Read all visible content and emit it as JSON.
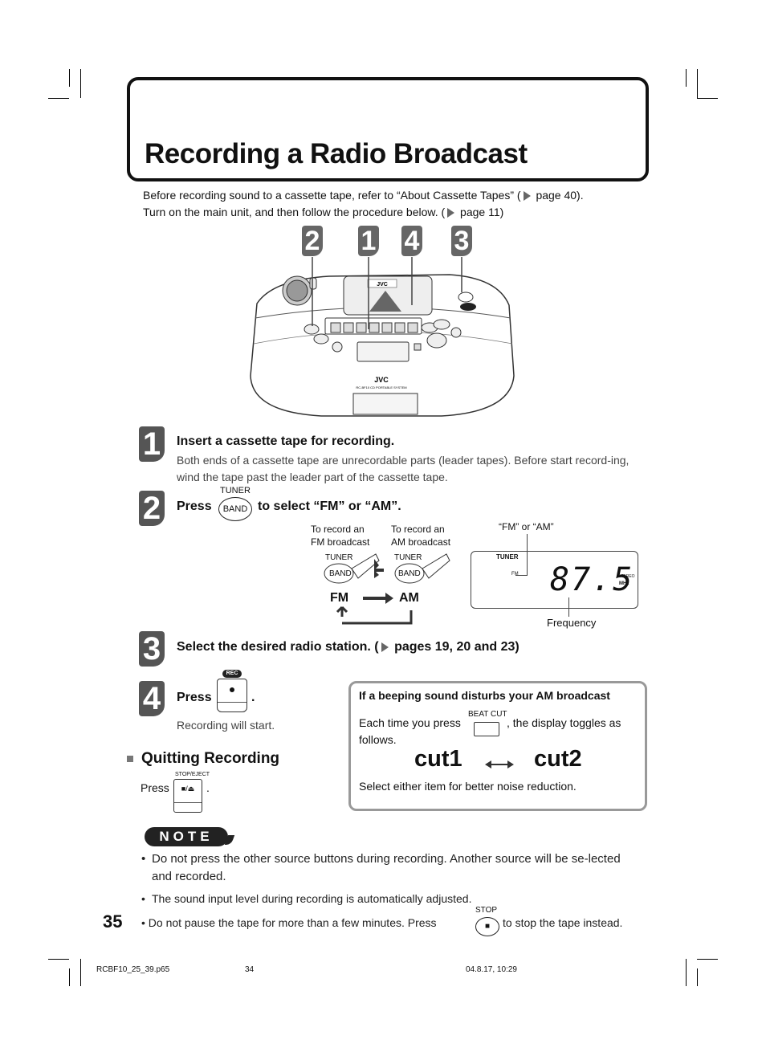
{
  "page_title": "Recording a Radio Broadcast",
  "intro": {
    "line1_a": "Before recording sound to a cassette tape, refer to “About Cassette Tapes” (",
    "line1_b": " page 40).",
    "line2_a": "Turn on the main unit, and then follow the procedure below. (",
    "line2_b": " page 11)"
  },
  "callouts": [
    "2",
    "1",
    "4",
    "3"
  ],
  "illustration": {
    "brand": "JVC",
    "model": "RC-BF10 CD PORTABLE SYSTEM"
  },
  "steps": {
    "s1": {
      "num": "1",
      "heading": "Insert a cassette tape for recording.",
      "body": "Both ends of a cassette tape are unrecordable parts (leader tapes). Before start record-ing, wind the tape past the leader part of the cassette tape."
    },
    "s2": {
      "num": "2",
      "press": "Press",
      "button_top": "TUNER",
      "button": "BAND",
      "rest": "to select “FM” or “AM”.",
      "fm_caption1": "To record an",
      "fm_caption2": "FM broadcast",
      "am_caption1": "To record an",
      "am_caption2": "AM broadcast",
      "tuner_small": "TUNER",
      "band_small": "BAND",
      "fm": "FM",
      "am": "AM",
      "display_caption": "“FM” or “AM”",
      "display_tuner": "TUNER",
      "display_band": "FM",
      "display_freq": "87.5",
      "display_stereo": "STEREO",
      "display_unit": "MHz",
      "frequency_label": "Frequency"
    },
    "s3": {
      "num": "3",
      "heading_a": "Select the desired radio station. (",
      "heading_b": " pages 19, 20 and 23)"
    },
    "s4": {
      "num": "4",
      "press": "Press",
      "button_top": "REC",
      "period": ".",
      "note": "Recording will start."
    }
  },
  "quitting": {
    "heading": "Quitting Recording",
    "press": "Press",
    "button_top": "STOP/EJECT",
    "button": "■/⏏",
    "period": "."
  },
  "tip_box": {
    "heading": "If a beeping sound disturbs your AM broadcast",
    "line_a": "Each time you press",
    "button_top": "BEAT CUT",
    "line_b": ", the display toggles as",
    "line_c": "follows.",
    "cut1": "cut1",
    "cut2": "cut2",
    "footer": "Select either item for better noise reduction."
  },
  "notes": {
    "badge": "NOTE",
    "items": [
      "Do not press the other source buttons during recording. Another source will be se-lected and recorded.",
      "The sound input level during recording is automatically adjusted."
    ],
    "last_a": "Do not pause the tape for more than a few minutes. Press",
    "last_button_top": "STOP",
    "last_button": "■",
    "last_b": "to stop the tape instead."
  },
  "page_number": "35",
  "footer": {
    "file": "RCBF10_25_39.p65",
    "page": "34",
    "date": "04.8.17, 10:29"
  }
}
